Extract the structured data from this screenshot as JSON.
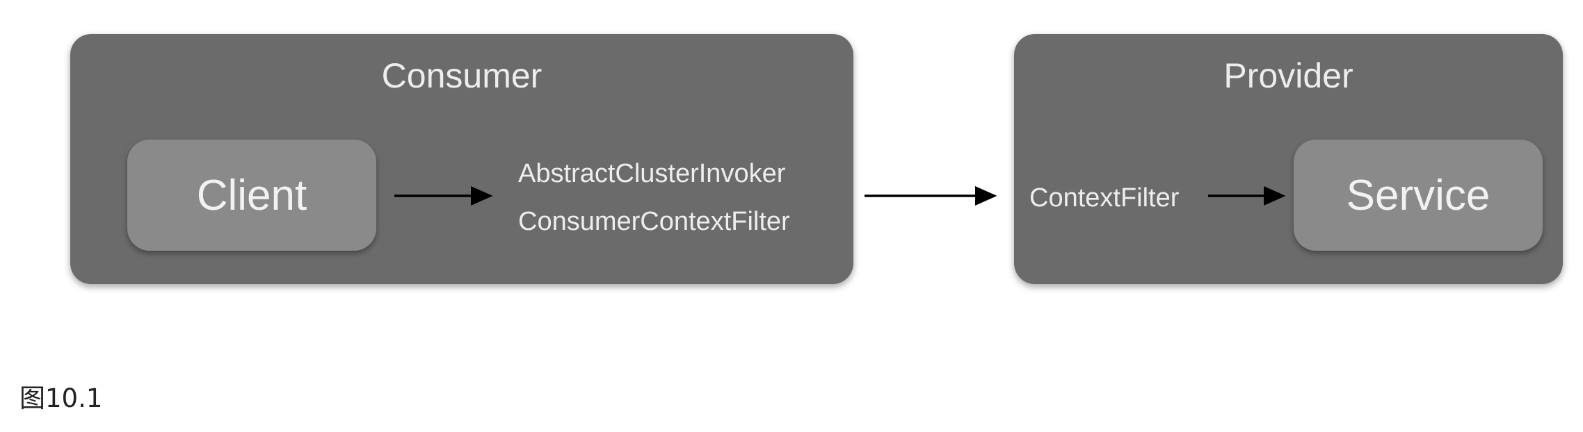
{
  "consumer": {
    "title": "Consumer",
    "client": "Client",
    "invoker_label": "AbstractClusterInvoker",
    "filter_label": "ConsumerContextFilter"
  },
  "provider": {
    "title": "Provider",
    "filter_label": "ContextFilter",
    "service": "Service"
  },
  "caption": "图10.1",
  "colors": {
    "panel": "#6b6b6b",
    "inner_box": "#8a8a8a",
    "text": "#ededed",
    "arrow": "#000000"
  }
}
